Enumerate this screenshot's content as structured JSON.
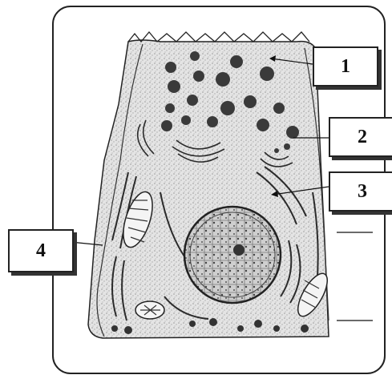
{
  "diagram": {
    "labels": [
      {
        "id": "1",
        "text": "1"
      },
      {
        "id": "2",
        "text": "2"
      },
      {
        "id": "3",
        "text": "3"
      },
      {
        "id": "4",
        "text": "4"
      }
    ]
  },
  "colors": {
    "outline": "#222222",
    "cytoplasm": "#d9d9d9",
    "granule": "#3a3a3a",
    "membrane": "#2b2b2b",
    "nucleus_fill": "#c9c9c9"
  }
}
